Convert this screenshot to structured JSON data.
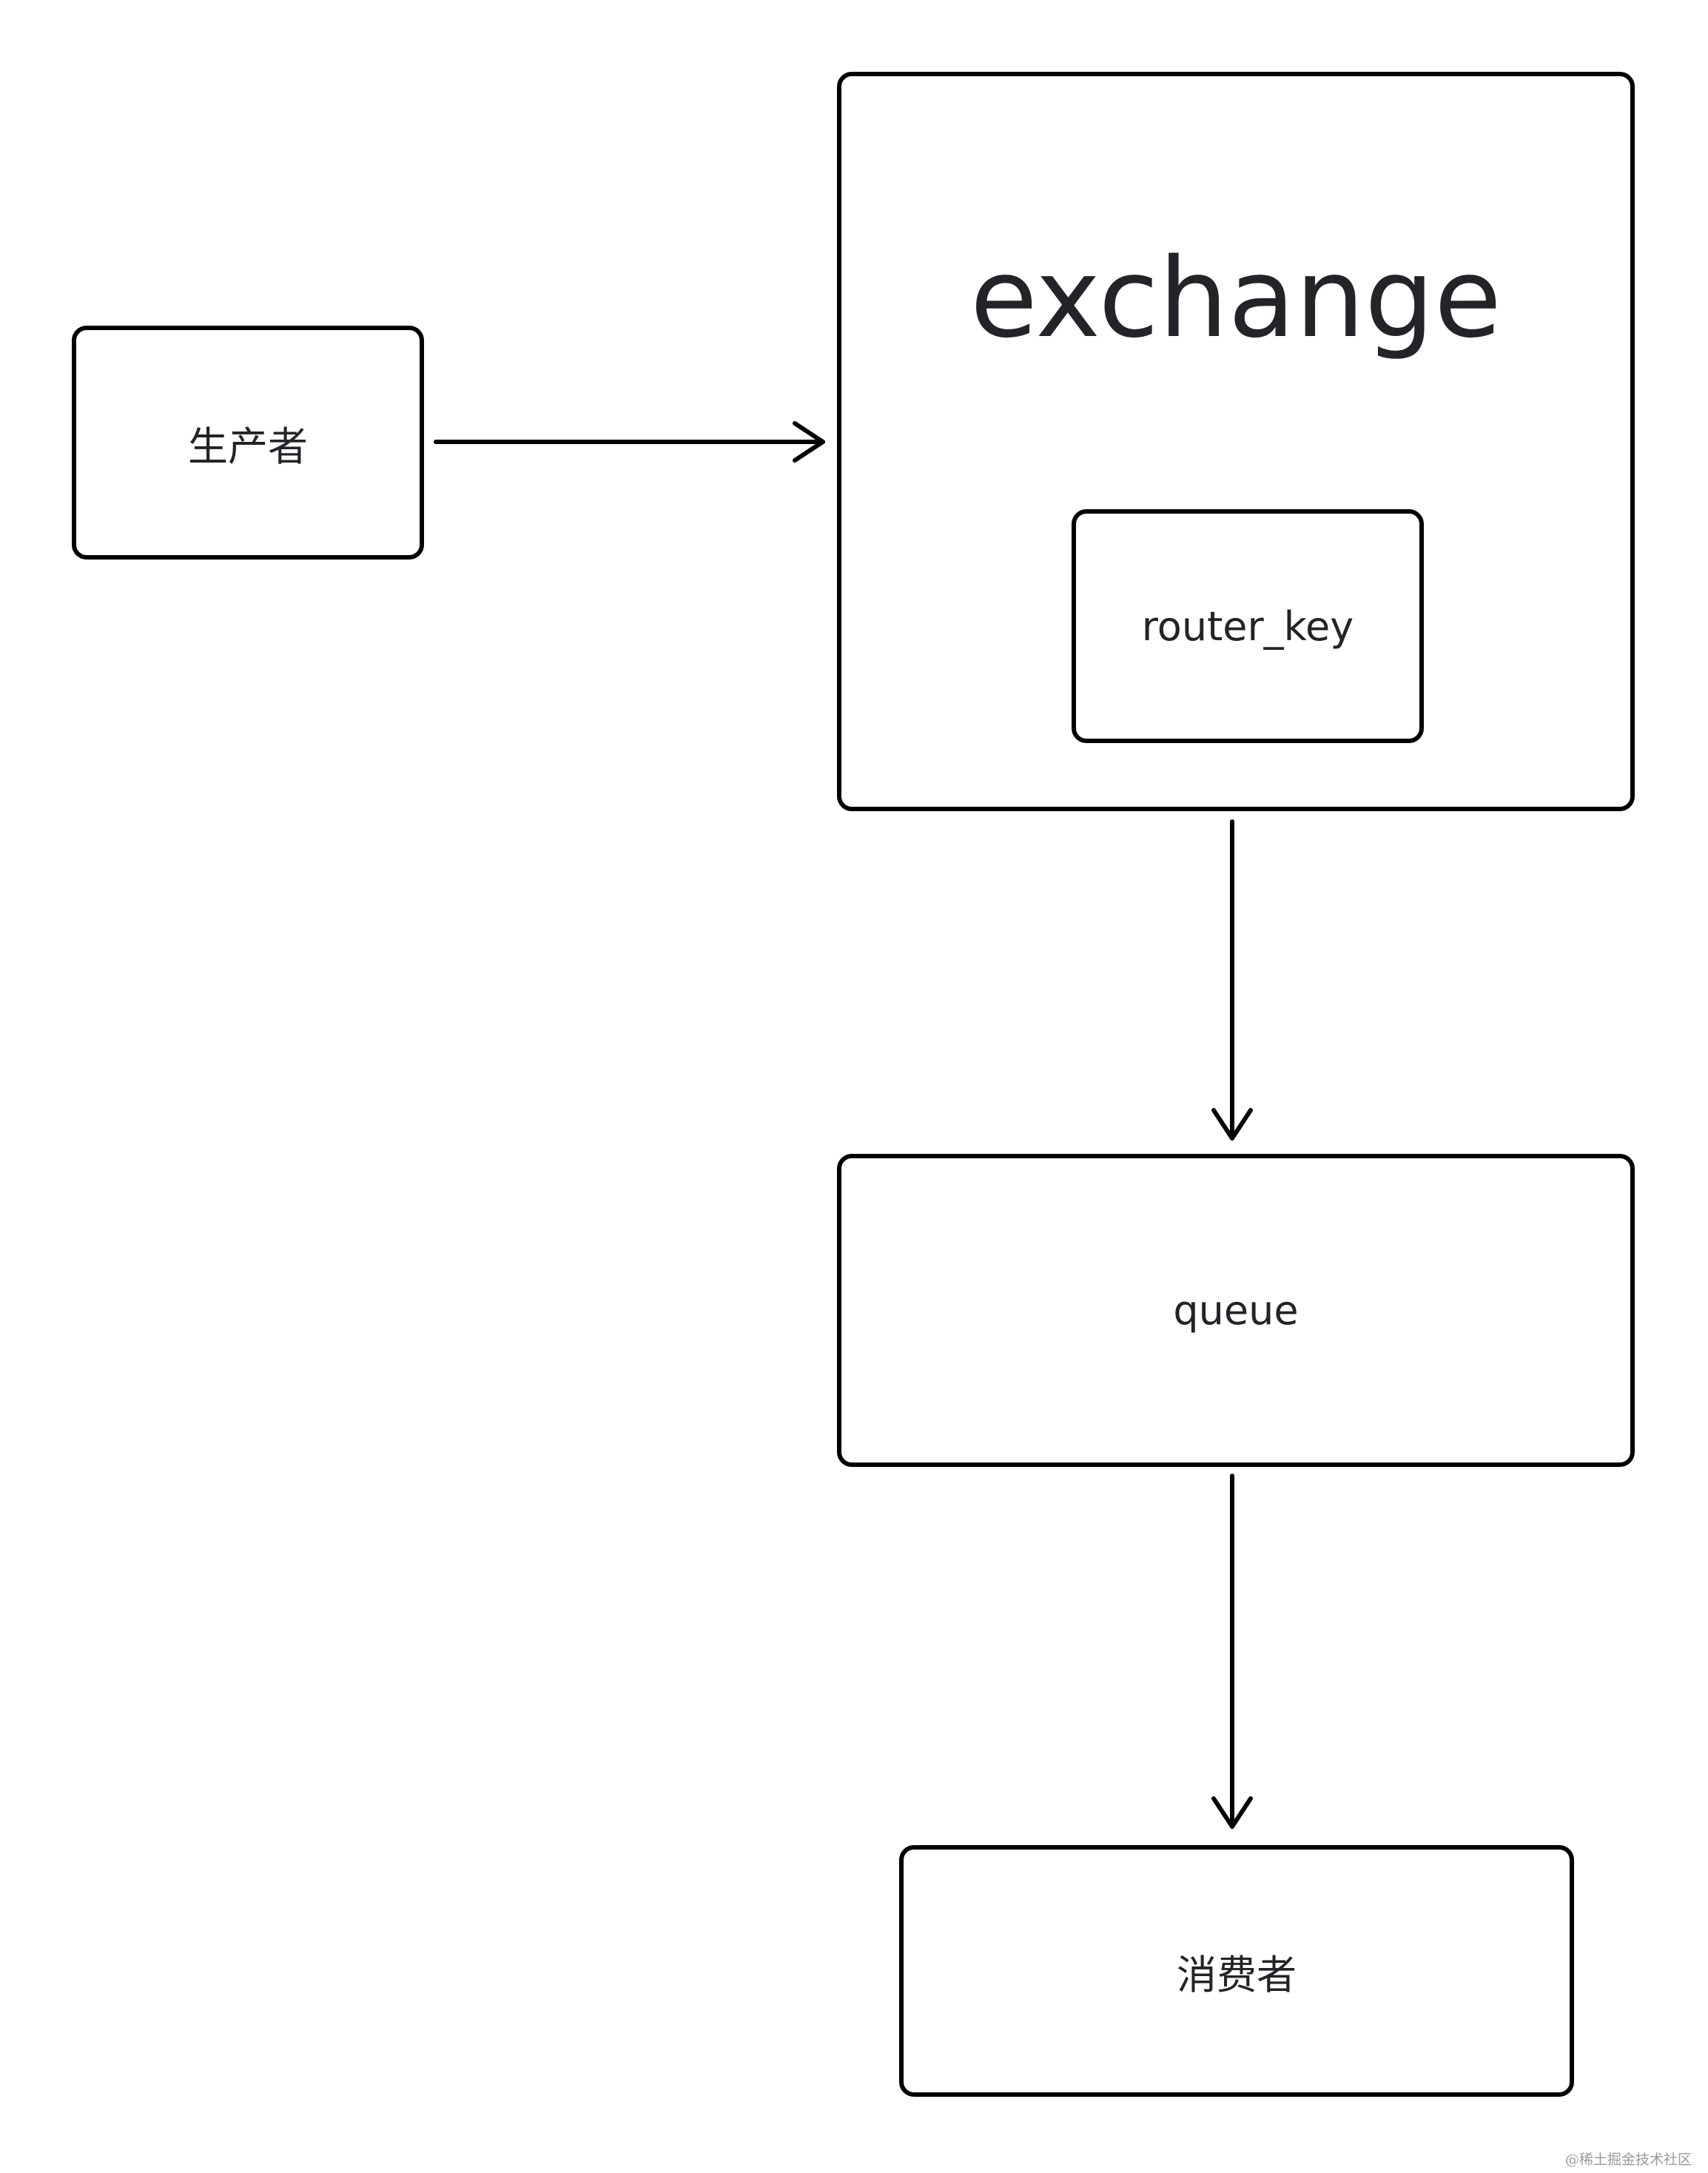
{
  "diagram": {
    "nodes": {
      "producer": {
        "label": "生产者"
      },
      "exchange": {
        "label": "exchange"
      },
      "router_key": {
        "label": "router_key"
      },
      "queue": {
        "label": "queue"
      },
      "consumer": {
        "label": "消费者"
      }
    },
    "edges": [
      {
        "from": "producer",
        "to": "exchange"
      },
      {
        "from": "exchange",
        "to": "queue"
      },
      {
        "from": "queue",
        "to": "consumer"
      }
    ],
    "colors": {
      "stroke": "#000000",
      "text": "#222428",
      "background": "#ffffff",
      "watermark": "#9a9a9a"
    }
  },
  "watermark": {
    "text": "@稀土掘金技术社区"
  }
}
